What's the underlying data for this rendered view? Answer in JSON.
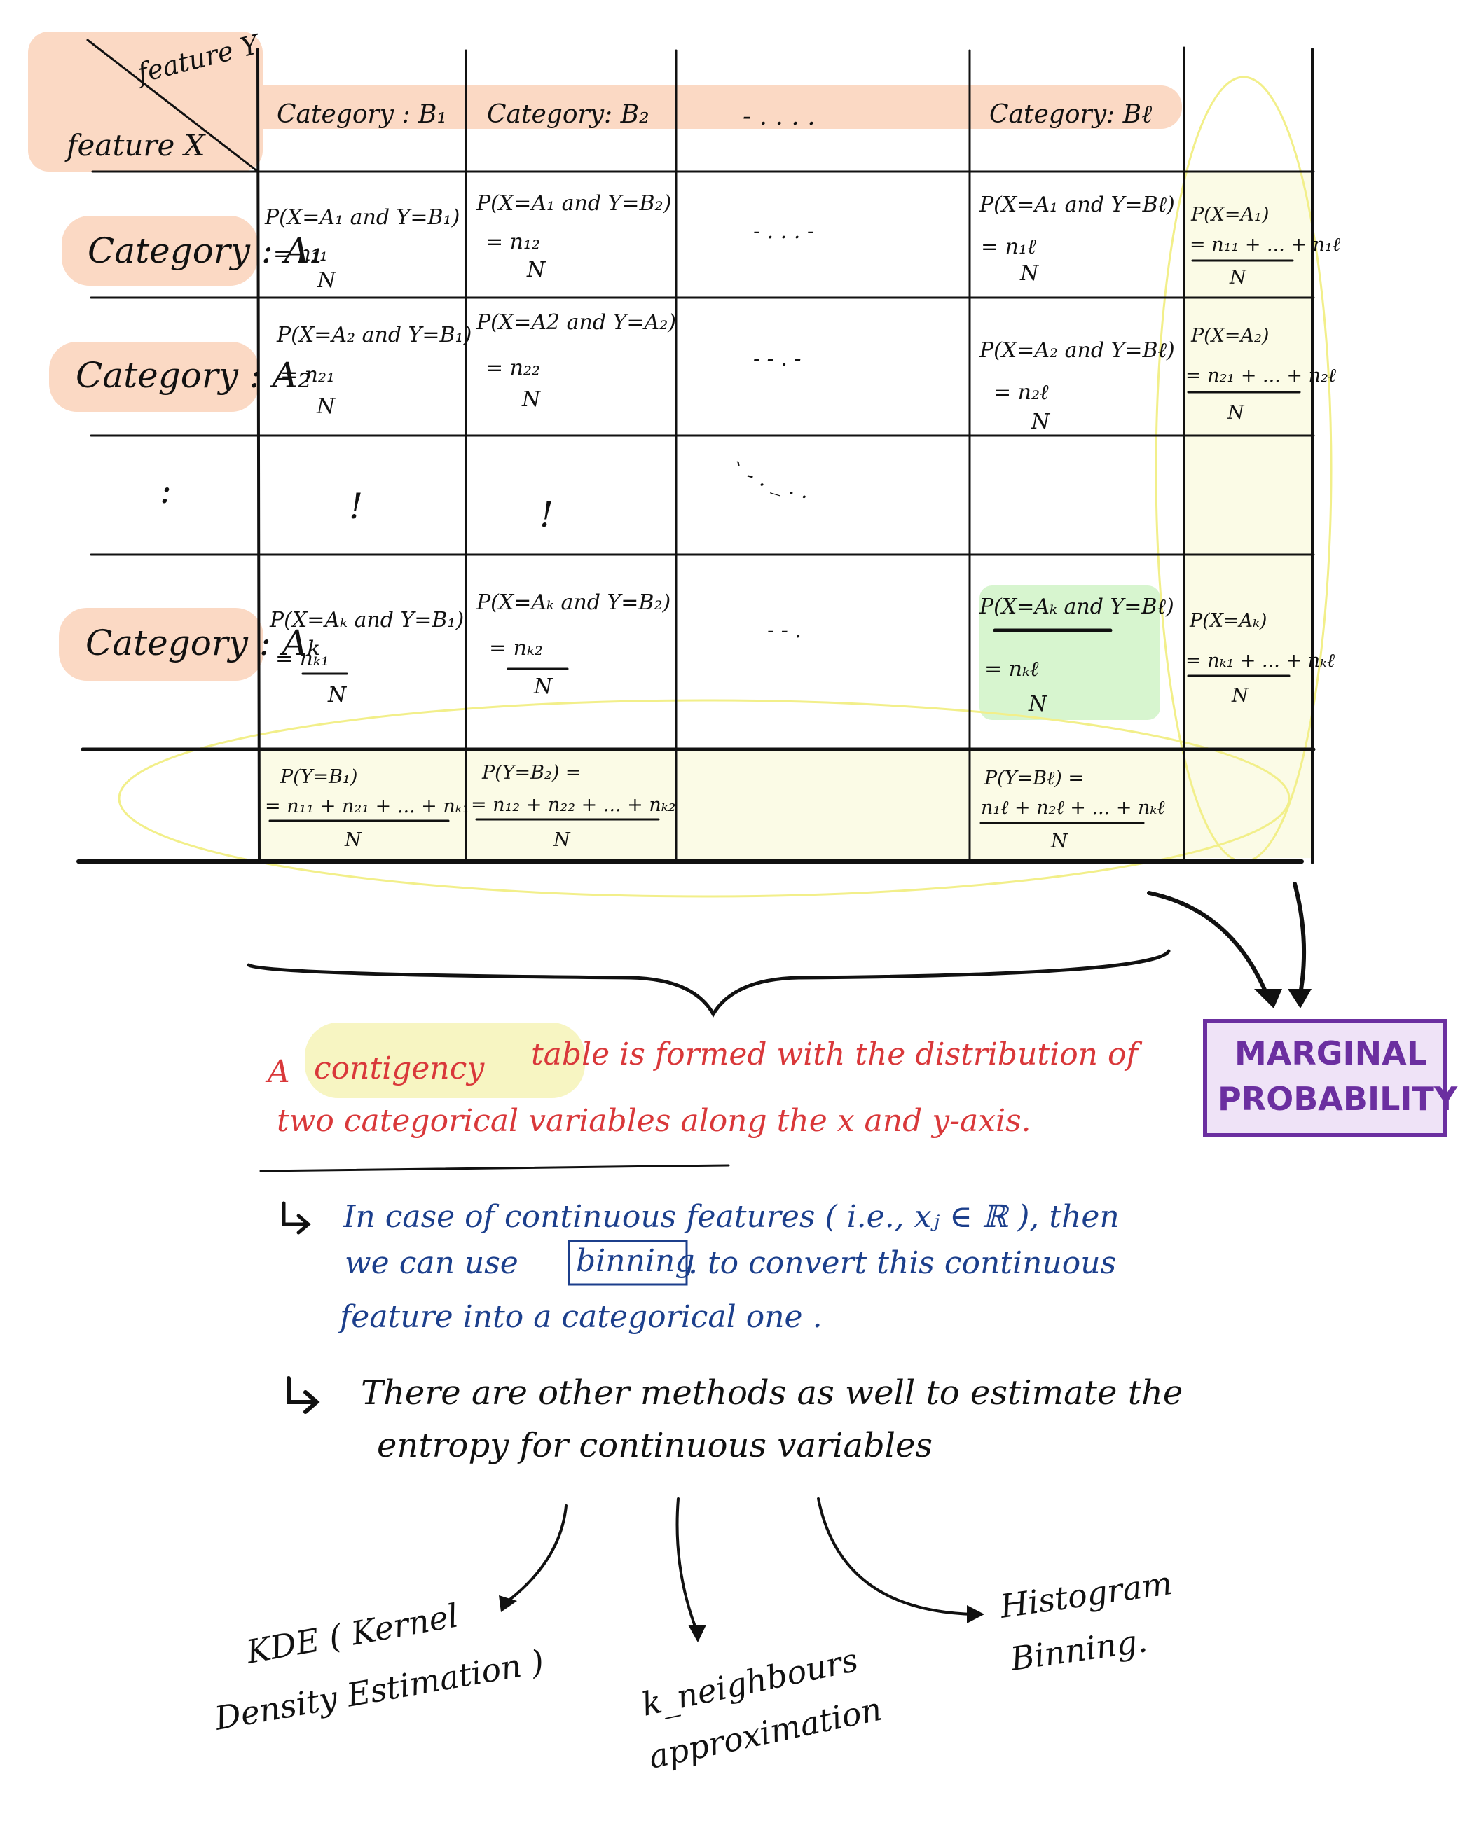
{
  "table": {
    "corner": {
      "top": "feature Y",
      "bottom": "feature X"
    },
    "col_headers": [
      "Category : B₁",
      "Category: B₂",
      "- . . . .",
      "Category: Bℓ"
    ],
    "row_headers": [
      "Category : A₁",
      "Category : A₂",
      ":",
      "Category : Aₖ"
    ],
    "cells": [
      [
        {
          "expr": "P(X=A₁ and Y=B₁)",
          "num": "= n₁₁",
          "den": "N"
        },
        {
          "expr": "P(X=A₁ and Y=B₂)",
          "num": "= n₁₂",
          "den": "N"
        },
        {
          "expr": "- . . . -",
          "num": "",
          "den": ""
        },
        {
          "expr": "P(X=A₁ and Y=Bℓ)",
          "num": "= n₁ℓ",
          "den": "N"
        },
        {
          "expr": "P(X=A₁)",
          "num": "= n₁₁ + ... + n₁ℓ",
          "den": "N"
        }
      ],
      [
        {
          "expr": "P(X=A₂ and Y=B₁)",
          "num": "= n₂₁",
          "den": "N"
        },
        {
          "expr": "P(X=A2 and Y=A₂)",
          "num": "= n₂₂",
          "den": "N"
        },
        {
          "expr": "- - . -",
          "num": "",
          "den": ""
        },
        {
          "expr": "P(X=A₂ and Y=Bℓ)",
          "num": "= n₂ℓ",
          "den": "N"
        },
        {
          "expr": "P(X=A₂)",
          "num": "= n₂₁ + ... + n₂ℓ",
          "den": "N"
        }
      ],
      [
        {
          "expr": "!",
          "num": "",
          "den": ""
        },
        {
          "expr": "!",
          "num": "",
          "den": ""
        },
        {
          "expr": "` - . _ . .",
          "num": "",
          "den": ""
        },
        {
          "expr": "",
          "num": "",
          "den": ""
        },
        {
          "expr": "",
          "num": "",
          "den": ""
        }
      ],
      [
        {
          "expr": "P(X=Aₖ and Y=B₁)",
          "num": "= nₖ₁",
          "den": "N"
        },
        {
          "expr": "P(X=Aₖ and Y=B₂)",
          "num": "= nₖ₂",
          "den": "N"
        },
        {
          "expr": "- - .",
          "num": "",
          "den": ""
        },
        {
          "expr": "P(X=Aₖ and Y=Bℓ)",
          "num": "= nₖℓ",
          "den": "N"
        },
        {
          "expr": "P(X=Aₖ)",
          "num": "= nₖ₁ + ... + nₖℓ",
          "den": "N"
        }
      ]
    ],
    "marginal_row": [
      {
        "expr": "P(Y=B₁)",
        "num": "= n₁₁ + n₂₁ + ... + nₖ₁",
        "den": "N"
      },
      {
        "expr": "P(Y=B₂) =",
        "num": "= n₁₂ + n₂₂ + ... + nₖ₂",
        "den": "N"
      },
      {
        "expr": "",
        "num": "",
        "den": ""
      },
      {
        "expr": "P(Y=Bℓ) =",
        "num": "n₁ℓ + n₂ℓ + ... + nₖℓ",
        "den": "N"
      }
    ]
  },
  "marginal_label": [
    "MARGINAL",
    "PROBABILITY"
  ],
  "notes": {
    "red_line1": {
      "a": "A",
      "highlight": "contigency",
      "rest": "table is formed with the distribution of"
    },
    "red_line2": "two categorical variables along the x and y-axis.",
    "blue_line1": "In case of continuous features ( i.e., xⱼ ∈ ℝ ), then",
    "blue_line2_a": "we can use",
    "blue_boxed": "binning",
    "blue_line2_b": ". to convert this continuous",
    "blue_line3": "feature into a categorical one .",
    "black_line1": "There are other methods as well to estimate the",
    "black_line2": "entropy for continuous variables"
  },
  "methods": {
    "kde_line1": "KDE ( Kernel",
    "kde_line2": "Density Estimation )",
    "knn_line1": "k_neighbours",
    "knn_line2": "approximation",
    "hist_line1": "Histogram",
    "hist_line2": "Binning."
  },
  "colors": {
    "header_highlight": "#fbd9c4",
    "marginal_highlight": "#fbfbe6",
    "ellipse_stroke": "#f2ef8a",
    "green_highlight": "#d7f5cf",
    "red_text": "#d9383a",
    "blue_text": "#1c3f8c",
    "purple": "#6b2fa0",
    "purple_fill": "#efe3f7",
    "yellow_highlight": "#f7f5c2"
  }
}
